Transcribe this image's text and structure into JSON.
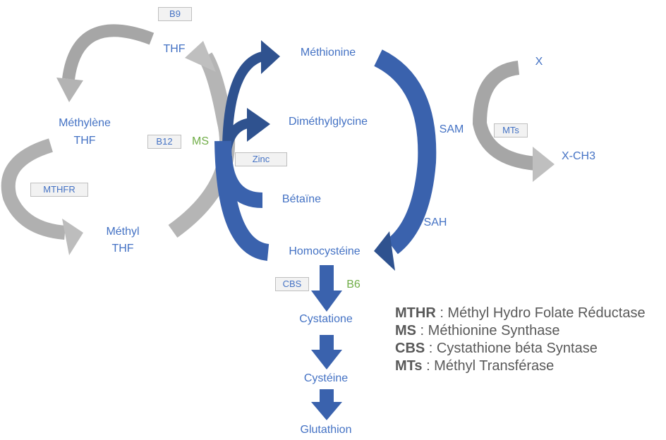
{
  "colors": {
    "label": "#4472c4",
    "cofactor": "#70ad47",
    "arrow_dark": "#2f528f",
    "arrow_blue": "#3a62ad",
    "arrow_gray": "#a6a6a6",
    "legend_text": "#595959"
  },
  "nodes": {
    "thf": "THF",
    "methylene_thf_1": "Méthylène",
    "methylene_thf_2": "THF",
    "methyl_thf_1": "Méthyl",
    "methyl_thf_2": "THF",
    "methionine": "Méthionine",
    "dimethylglycine": "Diméthylglycine",
    "betaine": "Bétaïne",
    "homocysteine": "Homocystéine",
    "sam": "SAM",
    "sah": "SAH",
    "x": "X",
    "x_ch3": "X-CH3",
    "cystationne": "Cystatione",
    "cysteine": "Cystéine",
    "glutathion": "Glutathion"
  },
  "boxes": {
    "b9": "B9",
    "b12": "B12",
    "mthfr": "MTHFR",
    "zinc": "Zinc",
    "cbs": "CBS",
    "mts": "MTs"
  },
  "cofactors": {
    "ms": "MS",
    "b6": "B6"
  },
  "legend": [
    {
      "abbr": "MTHR",
      "text": " : Méthyl Hydro Folate Réductase"
    },
    {
      "abbr": "MS",
      "text": " : Méthionine Synthase"
    },
    {
      "abbr": "CBS",
      "text": " : Cystathione béta Syntase"
    },
    {
      "abbr": "MTs",
      "text": " : Méthyl Transférase"
    }
  ]
}
